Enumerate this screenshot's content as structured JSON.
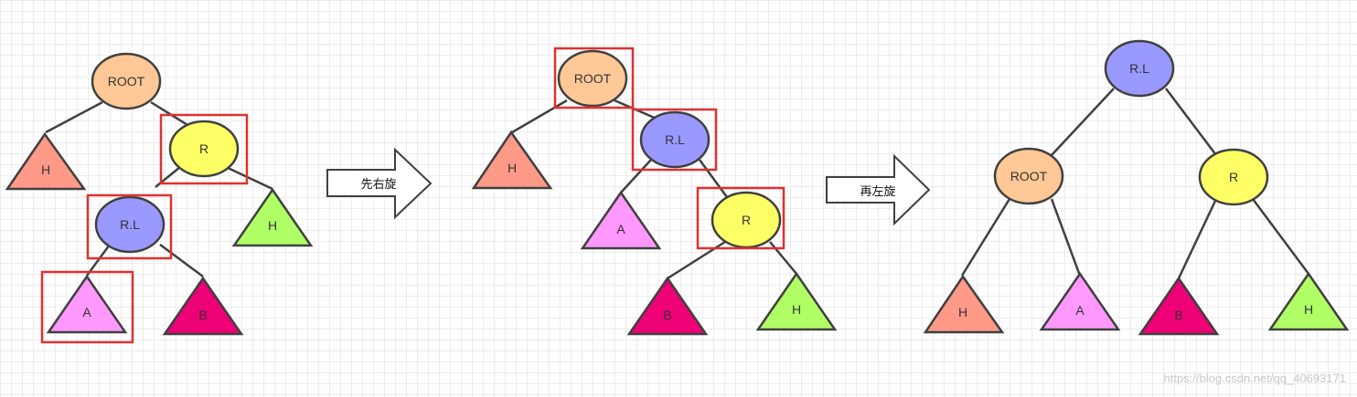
{
  "colors": {
    "root": "#ffc896",
    "rl": "#9999ff",
    "r": "#ffff66",
    "h_left": "#ff9988",
    "h_right": "#b0ff66",
    "a": "#ff99ff",
    "b": "#ee0077",
    "highlight": "#e03030",
    "stroke": "#404040"
  },
  "stages": [
    {
      "nodes": [
        {
          "id": "root",
          "label": "ROOT",
          "color_key": "root"
        },
        {
          "id": "r",
          "label": "R",
          "color_key": "r"
        },
        {
          "id": "rl",
          "label": "R.L",
          "color_key": "rl"
        }
      ],
      "triangles": [
        {
          "id": "h1",
          "label": "H",
          "color_key": "h_left"
        },
        {
          "id": "h2",
          "label": "H",
          "color_key": "h_right"
        },
        {
          "id": "a",
          "label": "A",
          "color_key": "a"
        },
        {
          "id": "b",
          "label": "B",
          "color_key": "b"
        }
      ]
    },
    {
      "nodes": [
        {
          "id": "root",
          "label": "ROOT",
          "color_key": "root"
        },
        {
          "id": "rl",
          "label": "R.L",
          "color_key": "rl"
        },
        {
          "id": "r",
          "label": "R",
          "color_key": "r"
        }
      ],
      "triangles": [
        {
          "id": "h1",
          "label": "H",
          "color_key": "h_left"
        },
        {
          "id": "a",
          "label": "A",
          "color_key": "a"
        },
        {
          "id": "b",
          "label": "B",
          "color_key": "b"
        },
        {
          "id": "h2",
          "label": "H",
          "color_key": "h_right"
        }
      ]
    },
    {
      "nodes": [
        {
          "id": "rl",
          "label": "R.L",
          "color_key": "rl"
        },
        {
          "id": "root",
          "label": "ROOT",
          "color_key": "root"
        },
        {
          "id": "r",
          "label": "R",
          "color_key": "r"
        }
      ],
      "triangles": [
        {
          "id": "h1",
          "label": "H",
          "color_key": "h_left"
        },
        {
          "id": "a",
          "label": "A",
          "color_key": "a"
        },
        {
          "id": "b",
          "label": "B",
          "color_key": "b"
        },
        {
          "id": "h2",
          "label": "H",
          "color_key": "h_right"
        }
      ]
    }
  ],
  "arrows": [
    {
      "label": "先右旋"
    },
    {
      "label": "再左旋"
    }
  ],
  "watermark": "https://blog.csdn.net/qq_40693171"
}
